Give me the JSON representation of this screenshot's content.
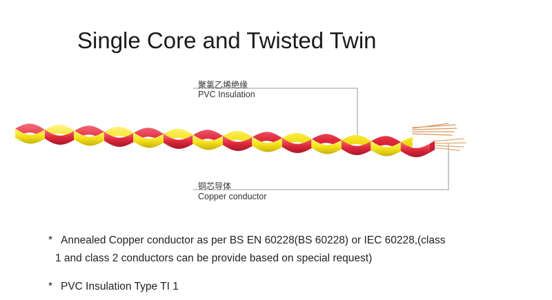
{
  "title": "Single Core and Twisted Twin",
  "callouts": {
    "insulation": {
      "label_cn": "聚氯乙烯绝缘",
      "label_en": "PVC Insulation"
    },
    "conductor": {
      "label_cn": "铜芯导体",
      "label_en": "Copper conductor"
    }
  },
  "notes": [
    {
      "bullet": "*",
      "line1": "Annealed Copper conductor as per BS EN 60228(BS 60228) or IEC 60228,(class",
      "line2": "1 and class 2 conductors can be provide based on special request)"
    },
    {
      "bullet": "*",
      "line1": "PVC Insulation Type TI 1"
    }
  ],
  "colors": {
    "yellow_core": "#f5e21a",
    "red_core": "#e0283c",
    "copper": "#e8b27a",
    "leader_line": "#9a9a9a"
  }
}
